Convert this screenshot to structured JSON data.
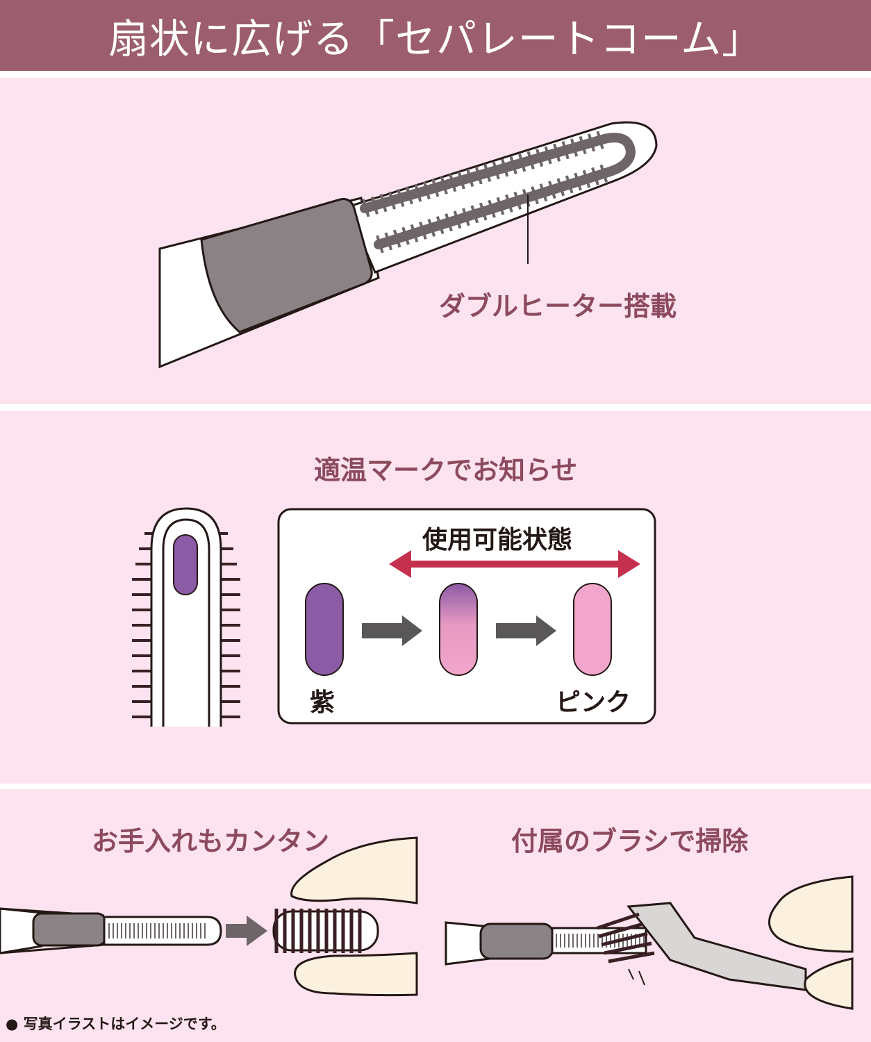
{
  "header": {
    "title": "扇状に広げる「セパレートコーム」"
  },
  "panel1": {
    "callout": "ダブルヒーター搭載"
  },
  "panel2": {
    "title": "適温マークでお知らせ",
    "status_label": "使用可能状態",
    "start_color_label": "紫",
    "end_color_label": "ピンク"
  },
  "panel3": {
    "left_title": "お手入れもカンタン",
    "right_title": "付属のブラシで掃除"
  },
  "footnote": "写真イラストはイメージです。",
  "colors": {
    "header_bg": "#9c5e6e",
    "panel_bg": "#fde3ef",
    "text_accent": "#8c4a5e",
    "purple": "#8c5ba6",
    "pink": "#ef9ec6",
    "arrow_red": "#c5304e"
  }
}
